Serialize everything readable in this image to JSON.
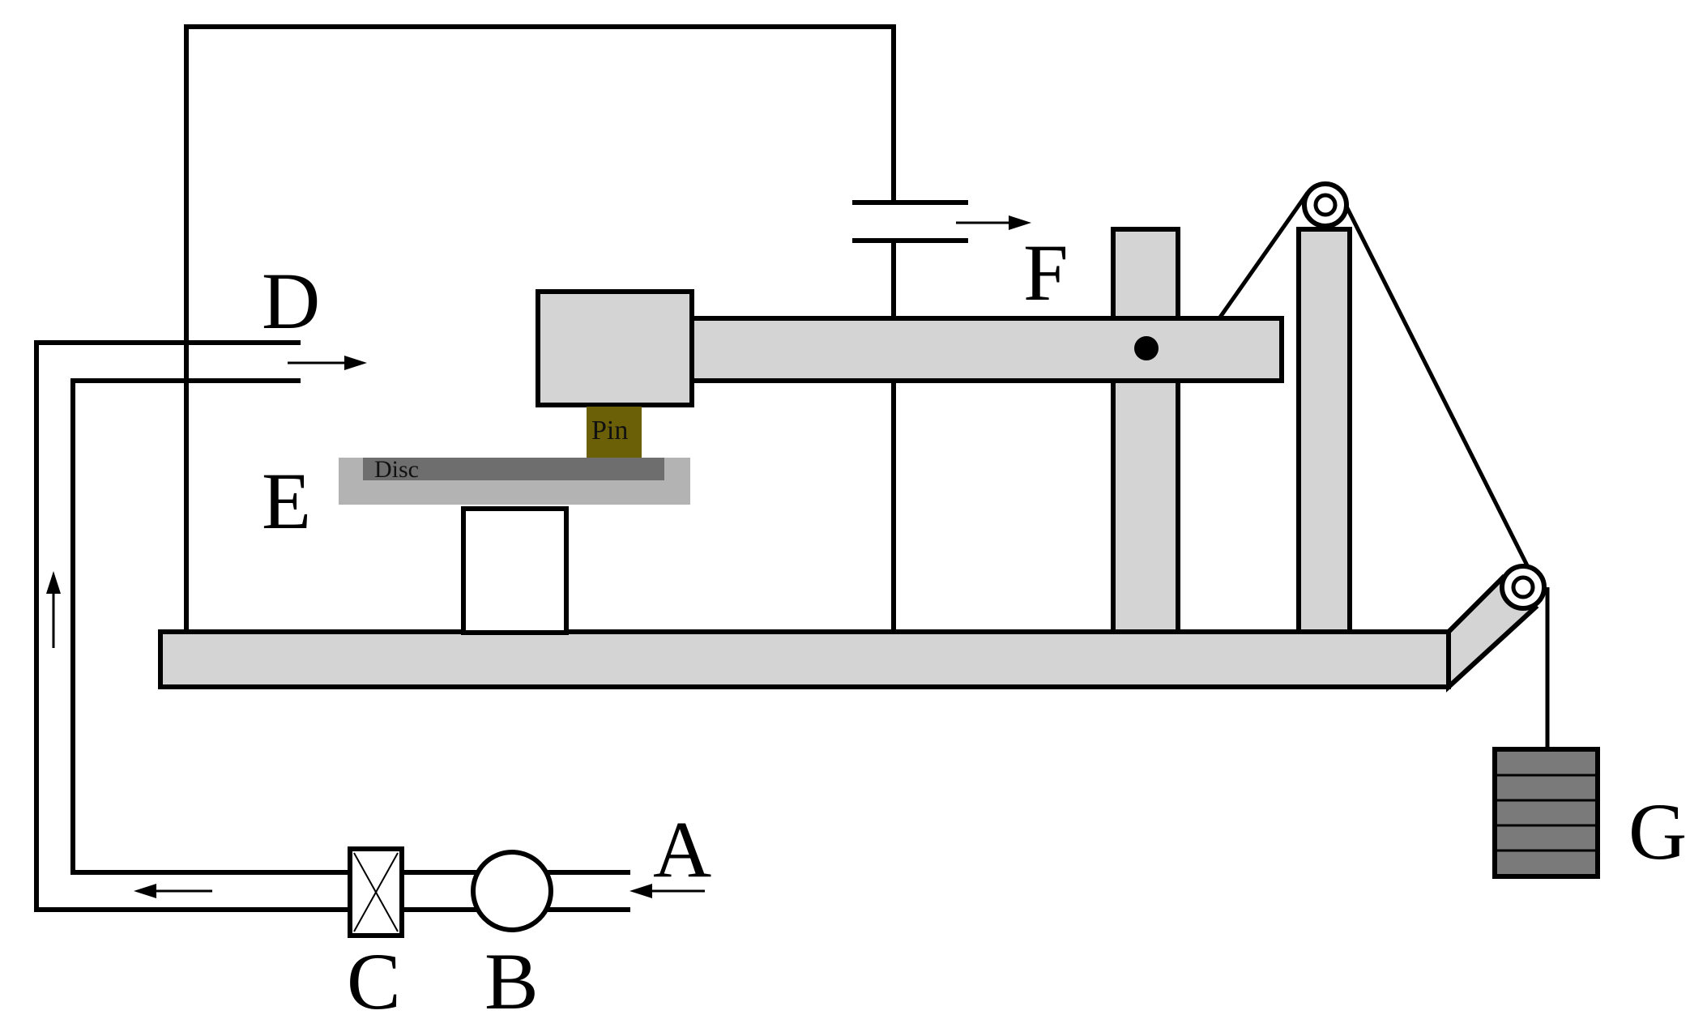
{
  "labels": {
    "A": "A",
    "B": "B",
    "C": "C",
    "D": "D",
    "E": "E",
    "F": "F",
    "G": "G",
    "pin": "Pin",
    "disc": "Disc"
  },
  "colors": {
    "frame_fill": "#d4d4d4",
    "pin_fill": "#6b5f08",
    "disc_outer": "#b3b3b3",
    "disc_inner": "#6e6e6e",
    "weight_fill": "#7a7a7a",
    "line": "#000000"
  }
}
